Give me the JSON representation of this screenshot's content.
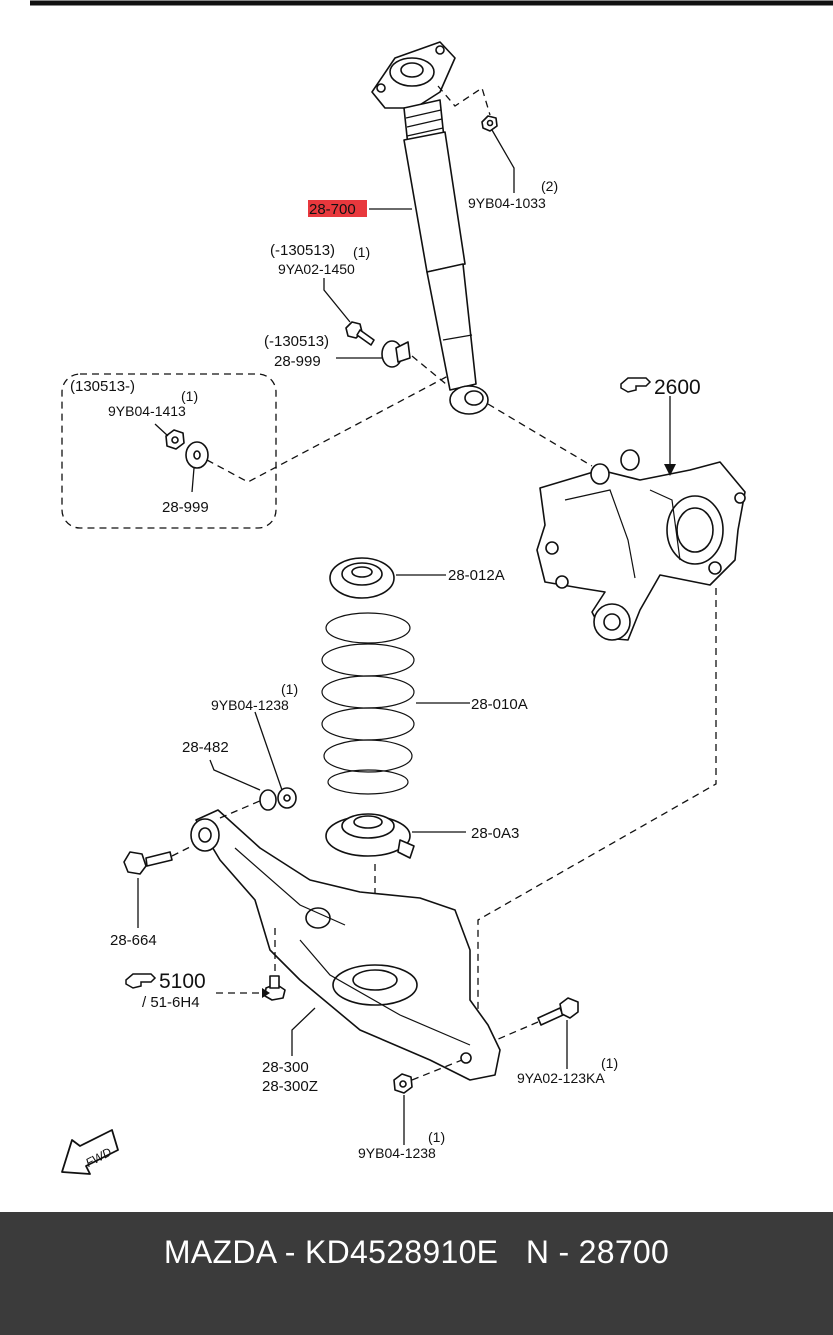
{
  "callouts": {
    "shock_absorber": "28-700",
    "shock_absorber_highlight_color": "#e8383d",
    "mount_nut": {
      "qty": "(2)",
      "part": "9YB04-1033"
    },
    "upper_bolt": {
      "note": "(-130513)",
      "qty": "(1)",
      "part": "9YA02-1450"
    },
    "washer_upper": {
      "note": "(-130513)",
      "part": "28-999"
    },
    "inset": {
      "note": "(130513-)",
      "qty": "(1)",
      "part": "9YB04-1413",
      "washer": "28-999"
    },
    "knuckle": {
      "ref": "2600"
    },
    "upper_seat": "28-012A",
    "coil_spring": "28-010A",
    "nut_1238_upper": {
      "qty": "(1)",
      "part": "9YB04-1238"
    },
    "bushing": "28-482",
    "lower_seat": "28-0A3",
    "arm_bolt": "28-664",
    "cross_ref": {
      "ref": "5100",
      "page": "/ 51-6H4"
    },
    "lower_arm": {
      "part_a": "28-300",
      "part_b": "28-300Z"
    },
    "lower_bolt": {
      "qty": "(1)",
      "part": "9YA02-123KA"
    },
    "nut_1238_lower": {
      "qty": "(1)",
      "part": "9YB04-1238"
    },
    "fwd": "FWD"
  },
  "footer": {
    "text": "MAZDA - KD4528910E   N - 28700"
  }
}
